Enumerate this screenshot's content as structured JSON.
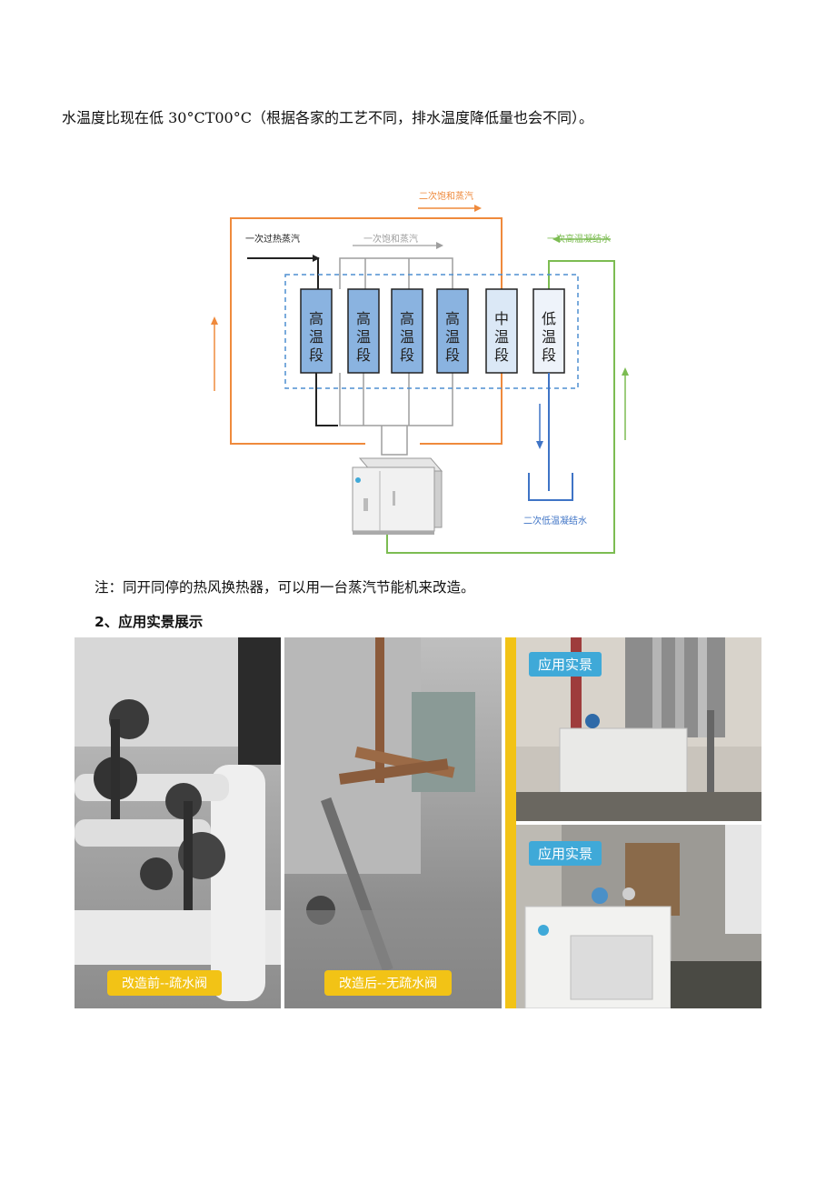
{
  "intro_text": "水温度比现在低 30°CT00°C（根据各家的工艺不同，排水温度降低量也会不同）。",
  "diagram": {
    "label_secondary_steam": "二次饱和蒸汽",
    "label_primary_superheated": "一次过热蒸汽",
    "label_primary_saturated": "一次饱和蒸汽",
    "label_primary_condensate": "一次高温凝结水",
    "label_secondary_condensate": "二次低温凝结水",
    "stages": [
      "高温段",
      "高温段",
      "高温段",
      "高温段",
      "中温段",
      "低温段"
    ],
    "colors": {
      "orange": "#ef8a3c",
      "green": "#7cbc52",
      "blue": "#3f74c6",
      "gray": "#9e9e9e"
    }
  },
  "note_text": "注：同开同停的热风换热器，可以用一台蒸汽节能机来改造。",
  "section_heading": "2、应用实景展示",
  "photos": {
    "before_caption": "改造前--疏水阀",
    "after_caption": "改造后--无疏水阀",
    "scene_caption_1": "应用实景",
    "scene_caption_2": "应用实景"
  }
}
